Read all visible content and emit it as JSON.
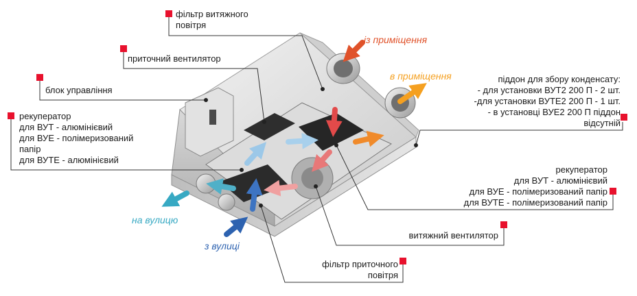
{
  "labels": {
    "exhaust_filter": [
      "фільтр витяжного",
      "повітря"
    ],
    "supply_fan": "приточний вентилятор",
    "control_unit": "блок управління",
    "recuperator_left": [
      "рекуператор",
      "для ВУТ - алюмінієвий",
      "для ВУЕ - полімеризований",
      "папір",
      "для ВУТЕ - алюмінієвий"
    ],
    "condensate_tray": [
      "піддон для збору конденсату:",
      "- для установки ВУТ2 200 П - 2 шт.",
      "-для установки ВУТЕ2 200 П - 1 шт.",
      "- в установці ВУЕ2 200 П піддон",
      "відсутній"
    ],
    "recuperator_right": [
      "рекуператор",
      "для ВУТ - алюмінієвий",
      "для ВУЕ - полімеризований папір",
      "для ВУТЕ - полімеризований папір"
    ],
    "exhaust_fan": "витяжний вентилятор",
    "supply_filter": [
      "фільтр приточного",
      "повітря"
    ]
  },
  "flows": {
    "from_room": "із приміщення",
    "to_room": "в приміщення",
    "to_street": "на вулицю",
    "from_street": "з вулиці"
  },
  "colors": {
    "marker": "#e8112d",
    "from_room": "#e0522a",
    "to_room": "#f5a020",
    "to_street": "#37a9c3",
    "from_street": "#2d62b0",
    "leader": "#333333"
  }
}
